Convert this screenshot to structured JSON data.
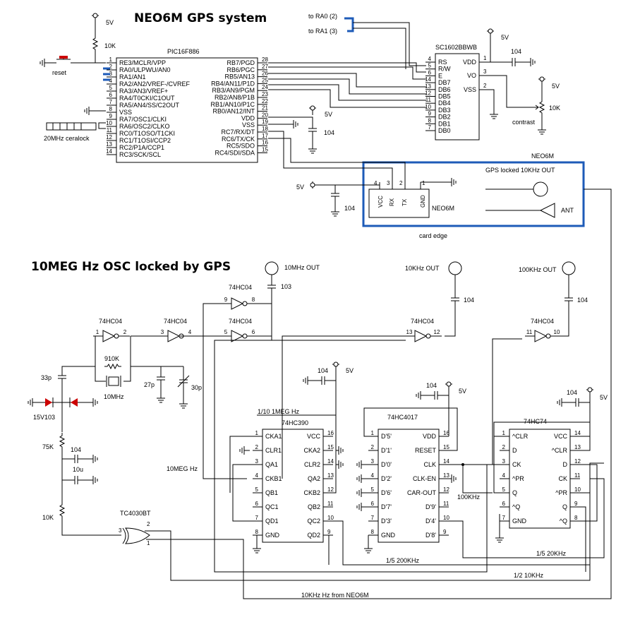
{
  "titles": {
    "gps": "NEO6M GPS system",
    "osc": "10MEG Hz OSC locked by GPS"
  },
  "power": {
    "v5": "5V",
    "r10k": "10K",
    "c104": "104",
    "c103": "103"
  },
  "pic": {
    "name": "PIC16F886",
    "left_pins": [
      {
        "n": "1",
        "l": "RE3/MCLR/VPP"
      },
      {
        "n": "2",
        "l": "RA0/ULPWU/AN0"
      },
      {
        "n": "3",
        "l": "RA1/AN1"
      },
      {
        "n": "4",
        "l": "RA2/AN2/VREF-/CVREF"
      },
      {
        "n": "5",
        "l": "RA3/AN3/VREF+"
      },
      {
        "n": "6",
        "l": "RA4/T0CKI/C1OUT"
      },
      {
        "n": "7",
        "l": "RA5/AN4/SS/C2OUT"
      },
      {
        "n": "8",
        "l": "VSS"
      },
      {
        "n": "9",
        "l": "RA7/OSC1/CLKI"
      },
      {
        "n": "10",
        "l": "RA6/OSC2/CLKO"
      },
      {
        "n": "11",
        "l": "RC0/T1OSO/T1CKI"
      },
      {
        "n": "12",
        "l": "RC1/T1OSI/CCP2"
      },
      {
        "n": "13",
        "l": "RC2/P1A/CCP1"
      },
      {
        "n": "14",
        "l": "RC3/SCK/SCL"
      }
    ],
    "right_pins": [
      {
        "n": "28",
        "l": "RB7/PGD"
      },
      {
        "n": "27",
        "l": "RB6/PGC"
      },
      {
        "n": "26",
        "l": "RB5/AN13"
      },
      {
        "n": "25",
        "l": "RB4/AN11/P1D"
      },
      {
        "n": "24",
        "l": "RB3/AN9/PGM"
      },
      {
        "n": "23",
        "l": "RB2/AN8/P1B"
      },
      {
        "n": "22",
        "l": "RB1/AN10/P1C"
      },
      {
        "n": "21",
        "l": "RB0/AN12/INT"
      },
      {
        "n": "20",
        "l": "VDD"
      },
      {
        "n": "19",
        "l": "VSS"
      },
      {
        "n": "18",
        "l": "RC7/RX/DT"
      },
      {
        "n": "17",
        "l": "RC6/TX/CK"
      },
      {
        "n": "16",
        "l": "RC5/SDO"
      },
      {
        "n": "15",
        "l": "RC4/SDI/SDA"
      }
    ]
  },
  "lcd": {
    "name": "SC1602BBWB",
    "left": [
      {
        "n": "4",
        "l": "RS"
      },
      {
        "n": "5",
        "l": "R/W"
      },
      {
        "n": "6",
        "l": "E"
      },
      {
        "n": "14",
        "l": "DB7"
      },
      {
        "n": "13",
        "l": "DB6"
      },
      {
        "n": "12",
        "l": "DB5"
      },
      {
        "n": "11",
        "l": "DB4"
      },
      {
        "n": "10",
        "l": "DB3"
      },
      {
        "n": "9",
        "l": "DB2"
      },
      {
        "n": "8",
        "l": "DB1"
      },
      {
        "n": "7",
        "l": "DB0"
      }
    ],
    "right": [
      {
        "n": "1",
        "l": "VDD"
      },
      {
        "n": "3",
        "l": "VO"
      },
      {
        "n": "2",
        "l": "VSS"
      }
    ]
  },
  "labels": {
    "ra0": "to RA0 (2)",
    "ra1": "to RA1 (3)",
    "reset": "reset",
    "ceralock": "20MHz ceralock",
    "contrast": "contrast",
    "neo_title": "NEO6M",
    "gps_locked": "GPS locked 10KHz OUT",
    "ant": "ANT",
    "card_edge": "card edge",
    "neo_chip": "NEO6M",
    "neo_pins": {
      "vcc": "VCC",
      "rx": "RX",
      "tx": "TX",
      "gnd": "GND",
      "p4": "4",
      "p3": "3",
      "p2": "2",
      "p1": "1"
    }
  },
  "osc": {
    "out10m": "10MHz OUT",
    "out10k": "10KHz OUT",
    "out100k": "100KHz OUT",
    "hc04": "74HC04",
    "r910k": "910K",
    "x10m": "10MHz",
    "c27p": "27p",
    "c30p": "30p",
    "c33p": "33p",
    "varicap": "15V103",
    "r75k": "75K",
    "c10u": "10u",
    "xor": "TC4030BT",
    "div10": "1/10 1MEG Hz",
    "meg10": "10MEG Hz",
    "f100k": "100KHz",
    "div5_200": "1/5 200KHz",
    "div5_20": "1/5 20KHz",
    "div2_10": "1/2 10KHz",
    "from_neo": "10KHz Hz from NEO6M"
  },
  "hc390": {
    "name": "74HC390",
    "left": [
      {
        "n": "1",
        "l": "CKA1"
      },
      {
        "n": "2",
        "l": "CLR1"
      },
      {
        "n": "3",
        "l": "QA1"
      },
      {
        "n": "4",
        "l": "CKB1"
      },
      {
        "n": "5",
        "l": "QB1"
      },
      {
        "n": "6",
        "l": "QC1"
      },
      {
        "n": "7",
        "l": "QD1"
      },
      {
        "n": "8",
        "l": "GND"
      }
    ],
    "right": [
      {
        "n": "16",
        "l": "VCC"
      },
      {
        "n": "15",
        "l": "CKA2"
      },
      {
        "n": "14",
        "l": "CLR2"
      },
      {
        "n": "13",
        "l": "QA2"
      },
      {
        "n": "12",
        "l": "CKB2"
      },
      {
        "n": "11",
        "l": "QB2"
      },
      {
        "n": "10",
        "l": "QC2"
      },
      {
        "n": "9",
        "l": "QD2"
      }
    ]
  },
  "hc4017": {
    "name": "74HC4017",
    "left": [
      {
        "n": "1",
        "l": "D'5'"
      },
      {
        "n": "2",
        "l": "D'1'"
      },
      {
        "n": "3",
        "l": "D'0'"
      },
      {
        "n": "4",
        "l": "D'2'"
      },
      {
        "n": "5",
        "l": "D'6'"
      },
      {
        "n": "6",
        "l": "D'7'"
      },
      {
        "n": "7",
        "l": "D'3'"
      },
      {
        "n": "8",
        "l": "GND"
      }
    ],
    "right": [
      {
        "n": "16",
        "l": "VDD"
      },
      {
        "n": "15",
        "l": "RESET"
      },
      {
        "n": "14",
        "l": "CLK"
      },
      {
        "n": "13",
        "l": "CLK-EN"
      },
      {
        "n": "12",
        "l": "CAR-OUT"
      },
      {
        "n": "11",
        "l": "D'9'"
      },
      {
        "n": "10",
        "l": "D'4'"
      },
      {
        "n": "9",
        "l": "D'8'"
      }
    ]
  },
  "hc74": {
    "name": "74HC74",
    "left": [
      {
        "n": "1",
        "l": "^CLR"
      },
      {
        "n": "2",
        "l": "D"
      },
      {
        "n": "3",
        "l": "CK"
      },
      {
        "n": "4",
        "l": "^PR"
      },
      {
        "n": "5",
        "l": "Q"
      },
      {
        "n": "6",
        "l": "^Q"
      },
      {
        "n": "7",
        "l": "GND"
      }
    ],
    "right": [
      {
        "n": "14",
        "l": "VCC"
      },
      {
        "n": "13",
        "l": "^CLR"
      },
      {
        "n": "12",
        "l": "D"
      },
      {
        "n": "11",
        "l": "CK"
      },
      {
        "n": "10",
        "l": "^PR"
      },
      {
        "n": "9",
        "l": "Q"
      },
      {
        "n": "8",
        "l": "^Q"
      }
    ]
  },
  "gates": [
    {
      "a": "1",
      "b": "2"
    },
    {
      "a": "3",
      "b": "4"
    },
    {
      "a": "9",
      "b": "8"
    },
    {
      "a": "5",
      "b": "6"
    },
    {
      "a": "13",
      "b": "12"
    },
    {
      "a": "11",
      "b": "10"
    }
  ]
}
